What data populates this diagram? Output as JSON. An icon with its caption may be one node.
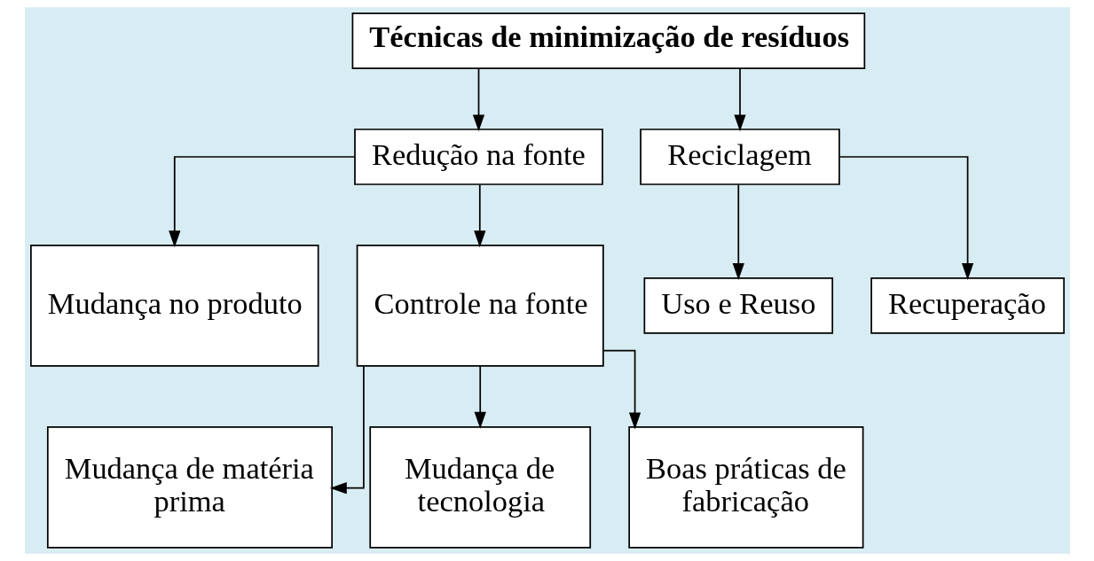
{
  "diagram": {
    "nodes": [
      {
        "text": [
          "Técnicas de minimização de resíduos"
        ]
      },
      {
        "text": [
          "Redução na fonte"
        ]
      },
      {
        "text": [
          "Reciclagem"
        ]
      },
      {
        "text": [
          "Mudança no produto"
        ]
      },
      {
        "text": [
          "Controle na fonte"
        ]
      },
      {
        "text": [
          "Uso e Reuso"
        ]
      },
      {
        "text": [
          "Recuperação"
        ]
      },
      {
        "text": [
          "Mudança de matéria prima"
        ]
      },
      {
        "text": [
          "Mudança de tecnologia"
        ]
      },
      {
        "text": [
          "Boas práticas de fabricação"
        ]
      }
    ],
    "edges": [
      {
        "from": 0,
        "to": 1,
        "arrow": "to"
      },
      {
        "from": 0,
        "to": 2,
        "arrow": "to"
      },
      {
        "from": 1,
        "to": 3,
        "arrow": "to"
      },
      {
        "from": 1,
        "to": 4,
        "arrow": "to"
      },
      {
        "from": 2,
        "to": 5,
        "arrow": "to"
      },
      {
        "from": 2,
        "to": 6,
        "arrow": "to"
      },
      {
        "from": 4,
        "to": 7,
        "arrow": "to"
      },
      {
        "from": 4,
        "to": 8,
        "arrow": "to"
      },
      {
        "from": 4,
        "to": 9,
        "arrow": "to"
      }
    ]
  }
}
